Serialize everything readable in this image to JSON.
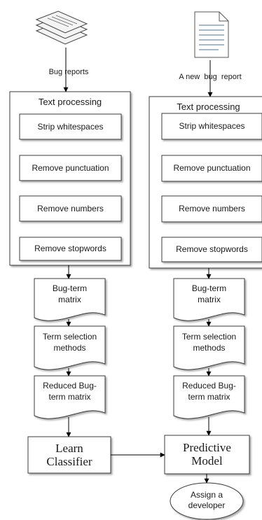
{
  "inputs": {
    "bug_reports": "Bug reports",
    "new_bug_report": "A new  bug  report"
  },
  "left": {
    "panel_title": "Text processing",
    "steps": [
      "Strip whitespaces",
      "Remove punctuation",
      "Remove numbers",
      "Remove stopwords"
    ],
    "docs": [
      {
        "line1": "Bug-term",
        "line2": "matrix"
      },
      {
        "line1": "Term selection",
        "line2": "methods"
      },
      {
        "line1": "Reduced Bug-",
        "line2": "term matrix"
      }
    ],
    "final": {
      "line1": "Learn",
      "line2": "Classifier"
    }
  },
  "right": {
    "panel_title": "Text processing",
    "steps": [
      "Strip whitespaces",
      "Remove punctuation",
      "Remove numbers",
      "Remove stopwords"
    ],
    "docs": [
      {
        "line1": "Bug-term",
        "line2": "matrix"
      },
      {
        "line1": "Term selection",
        "line2": "methods"
      },
      {
        "line1": "Reduced Bug-",
        "line2": "term matrix"
      }
    ],
    "final": {
      "line1": "Predictive",
      "line2": "Model"
    }
  },
  "output": {
    "line1": "Assign a",
    "line2": "developer"
  },
  "colors": {
    "stroke": "#3a3a3a",
    "line": "#000000",
    "doc_lines": "#6f8fb0"
  }
}
